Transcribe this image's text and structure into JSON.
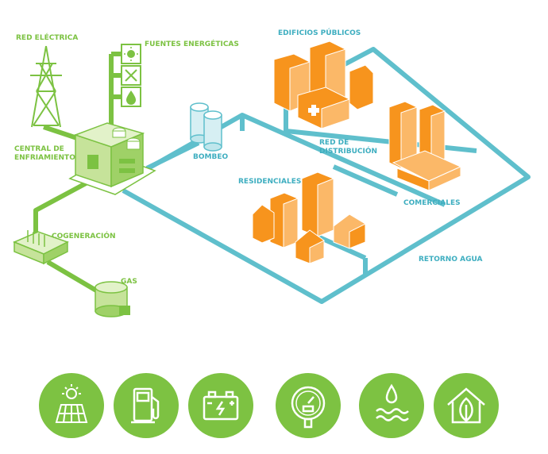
{
  "labels": {
    "red_electrica": "RED ELÉCTRICA",
    "fuentes_energeticas": "FUENTES ENERGÉTICAS",
    "central_line1": "CENTRAL DE",
    "central_line2": "ENFRIAMIENTO",
    "cogeneracion": "COGENERACIÓN",
    "gas": "GAS",
    "bombeo": "BOMBEO",
    "edificios_publicos": "EDIFICIOS PÚBLICOS",
    "red_line1": "RED DE",
    "red_line2": "DISTRIBUCIÓN",
    "residenciales": "RESIDENCIALES",
    "comerciales": "COMERCIALES",
    "retorno_agua": "RETORNO AGUA"
  },
  "bottom_icons": [
    {
      "icon": "solar-panel-icon"
    },
    {
      "icon": "fuel-pump-icon"
    },
    {
      "icon": "battery-icon"
    },
    {
      "icon": "pressure-gauge-icon"
    },
    {
      "icon": "water-drop-waves-icon"
    },
    {
      "icon": "green-house-leaf-icon"
    }
  ],
  "colors": {
    "green": "#7cc242",
    "light_green": "#c6e39a",
    "blue": "#5fbfcc",
    "orange": "#f7941d",
    "light_orange": "#fbb868"
  }
}
